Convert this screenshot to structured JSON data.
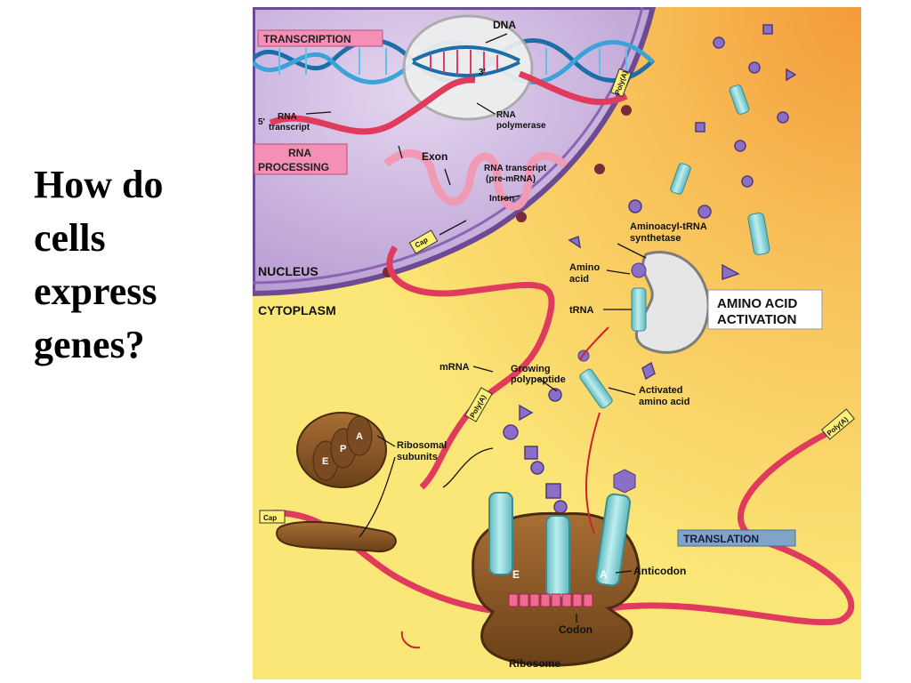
{
  "question": {
    "lines": [
      "How do",
      "cells",
      "express",
      "genes?"
    ]
  },
  "figure": {
    "section_labels": {
      "transcription": "TRANSCRIPTION",
      "rna_processing_1": "RNA",
      "rna_processing_2": "PROCESSING",
      "nucleus": "NUCLEUS",
      "cytoplasm": "CYTOPLASM",
      "amino_acid_activation_1": "AMINO ACID",
      "amino_acid_activation_2": "ACTIVATION",
      "translation": "TRANSLATION"
    },
    "labels": {
      "dna": "DNA",
      "three_prime": "3'",
      "five_prime": "5'",
      "rna_transcript_1": "RNA",
      "rna_transcript_2": "transcript",
      "rna_polymerase_1": "RNA",
      "rna_polymerase_2": "polymerase",
      "exon": "Exon",
      "pre_mrna_1": "RNA transcript",
      "pre_mrna_2": "(pre-mRNA)",
      "intron": "Intron",
      "cap": "Cap",
      "poly_a": "Poly(A)",
      "aminoacyl_1": "Aminoacyl-tRNA",
      "aminoacyl_2": "synthetase",
      "amino_1": "Amino",
      "amino_2": "acid",
      "trna": "tRNA",
      "mrna": "mRNA",
      "growing_1": "Growing",
      "growing_2": "polypeptide",
      "activated_1": "Activated",
      "activated_2": "amino acid",
      "ribosomal_1": "Ribosomal",
      "ribosomal_2": "subunits",
      "site_e": "E",
      "site_p": "P",
      "site_a": "A",
      "anticodon": "Anticodon",
      "codon": "Codon",
      "ribosome": "Ribosome"
    },
    "colors": {
      "nucleus": "#c9b6dc",
      "nuclear_membrane": "#6d4a94",
      "cytoplasm": "#fbe777",
      "cytoplasm_glow": "#f6a741",
      "mrna": "#e03a5c",
      "trna": "#8fd6d8",
      "ribosome": "#8b5a2b",
      "amino_acid": "#8b6fc6",
      "label_box": "#f48fb5"
    }
  }
}
